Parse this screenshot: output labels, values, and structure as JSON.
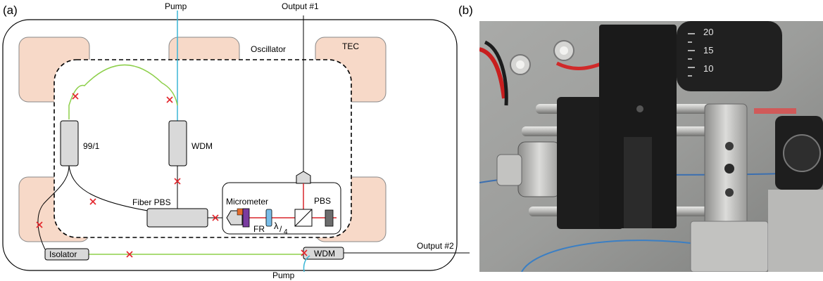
{
  "panel_a_label": "(a)",
  "panel_b_label": "(b)",
  "labels": {
    "pump_top": "Pump",
    "pump_bottom": "Pump",
    "output1": "Output #1",
    "output2": "Output #2",
    "oscillator": "Oscillator",
    "tec": "TEC",
    "coupler": "99/1",
    "wdm_main": "WDM",
    "wdm_bottom": "WDM",
    "fiber_pbs": "Fiber PBS",
    "micrometer": "Micrometer",
    "fr": "FR",
    "lambda_num": "λ",
    "lambda_den": "4",
    "pbs": "PBS",
    "isolator": "Isolator",
    "dial_20": "20",
    "dial_15": "15",
    "dial_10": "10"
  },
  "colors": {
    "pump_fiber": "#3bb6d6",
    "green_fiber": "#8dcf4a",
    "beam": "#d9262c",
    "splice": "#e3252b",
    "tec_pad": "#f7d9c8",
    "component": "#d9d9d9",
    "lambda_plate": "#79bde8",
    "faraday": "#7a3ca0",
    "micrometer_orange": "#e46c2c"
  },
  "icons": {
    "splice": "red-x-icon",
    "beam_splitter": "pbs-cube-icon",
    "collimator": "pentagon-collimator-icon"
  }
}
